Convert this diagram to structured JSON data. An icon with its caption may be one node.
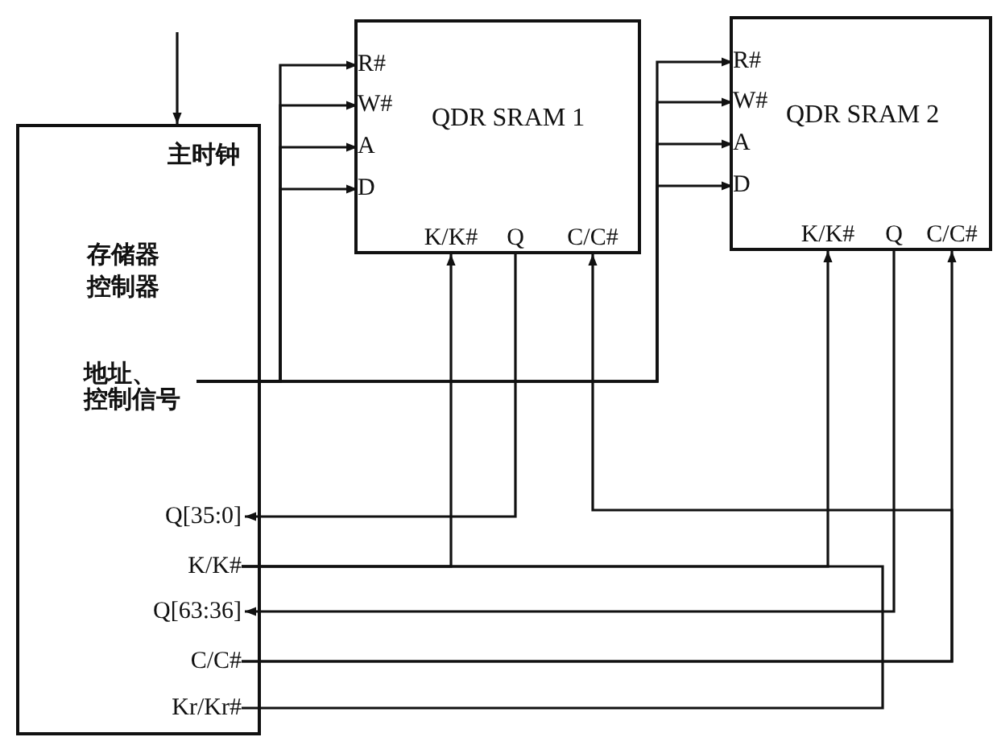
{
  "diagram": {
    "nodes": [
      {
        "text": [
          "主时钟",
          "存储器控制器"
        ]
      },
      {
        "text": [
          "地址、控制信号"
        ],
        "in": 0
      },
      {
        "text": [
          "Q[35:0]"
        ],
        "in": 0
      },
      {
        "text": [
          "K/K#"
        ],
        "in": 0
      },
      {
        "text": [
          "Q[63:36]"
        ],
        "in": 0
      },
      {
        "text": [
          "C/C#"
        ],
        "in": 0
      },
      {
        "text": [
          "Kr/Kr#"
        ],
        "in": 0
      },
      {
        "text": [
          "QDR SRAM 1"
        ]
      },
      {
        "text": [
          "R#"
        ],
        "in": 7
      },
      {
        "text": [
          "W#"
        ],
        "in": 7
      },
      {
        "text": [
          "A"
        ],
        "in": 7
      },
      {
        "text": [
          "D"
        ],
        "in": 7
      },
      {
        "text": [
          "K/K#"
        ],
        "in": 7
      },
      {
        "text": [
          "Q"
        ],
        "in": 7
      },
      {
        "text": [
          "C/C#"
        ],
        "in": 7
      },
      {
        "text": [
          "QDR SRAM 2"
        ]
      },
      {
        "text": [
          "R#"
        ],
        "in": 15
      },
      {
        "text": [
          "W#"
        ],
        "in": 15
      },
      {
        "text": [
          "A"
        ],
        "in": 15
      },
      {
        "text": [
          "D"
        ],
        "in": 15
      },
      {
        "text": [
          "K/K#"
        ],
        "in": 15
      },
      {
        "text": [
          "Q"
        ],
        "in": 15
      },
      {
        "text": [
          "C/C#"
        ],
        "in": 15
      }
    ],
    "edges": [
      {
        "from": null,
        "to": 0,
        "arrow": "to"
      },
      {
        "from": 1,
        "to": 8,
        "arrow": "to"
      },
      {
        "from": 1,
        "to": 9,
        "arrow": "to"
      },
      {
        "from": 1,
        "to": 10,
        "arrow": "to"
      },
      {
        "from": 1,
        "to": 11,
        "arrow": "to"
      },
      {
        "from": 1,
        "to": 16,
        "arrow": "to"
      },
      {
        "from": 1,
        "to": 17,
        "arrow": "to"
      },
      {
        "from": 1,
        "to": 18,
        "arrow": "to"
      },
      {
        "from": 1,
        "to": 19,
        "arrow": "to"
      },
      {
        "from": 3,
        "to": 12,
        "arrow": "to"
      },
      {
        "from": 3,
        "to": 20,
        "arrow": "to"
      },
      {
        "from": 3,
        "to": 6,
        "arrow": "none"
      },
      {
        "from": 13,
        "to": 2,
        "arrow": "to"
      },
      {
        "from": 21,
        "to": 4,
        "arrow": "to"
      },
      {
        "from": 5,
        "to": 14,
        "arrow": "to"
      },
      {
        "from": 5,
        "to": 22,
        "arrow": "to"
      }
    ]
  }
}
